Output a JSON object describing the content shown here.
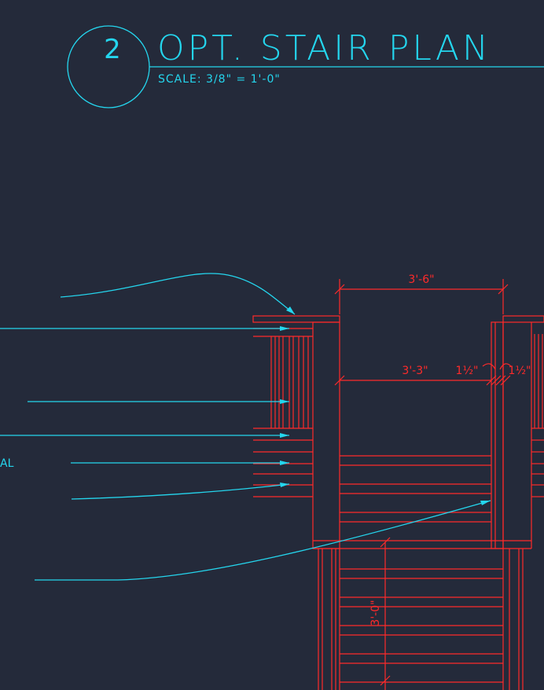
{
  "drawing": {
    "detail_number": "2",
    "title": "OPT. STAIR PLAN",
    "scale": "SCALE: 3/8\" = 1'-0\"",
    "partial_callout": "AL"
  },
  "dimensions": {
    "overall_width": "3'-6\"",
    "inner_width": "3'-3\"",
    "left_post": "1½\"",
    "right_post": "1½\"",
    "run_length": "3'-0\""
  },
  "colors": {
    "background": "#242a3a",
    "linework": "#ff2a2a",
    "annotation": "#24d6ee"
  }
}
